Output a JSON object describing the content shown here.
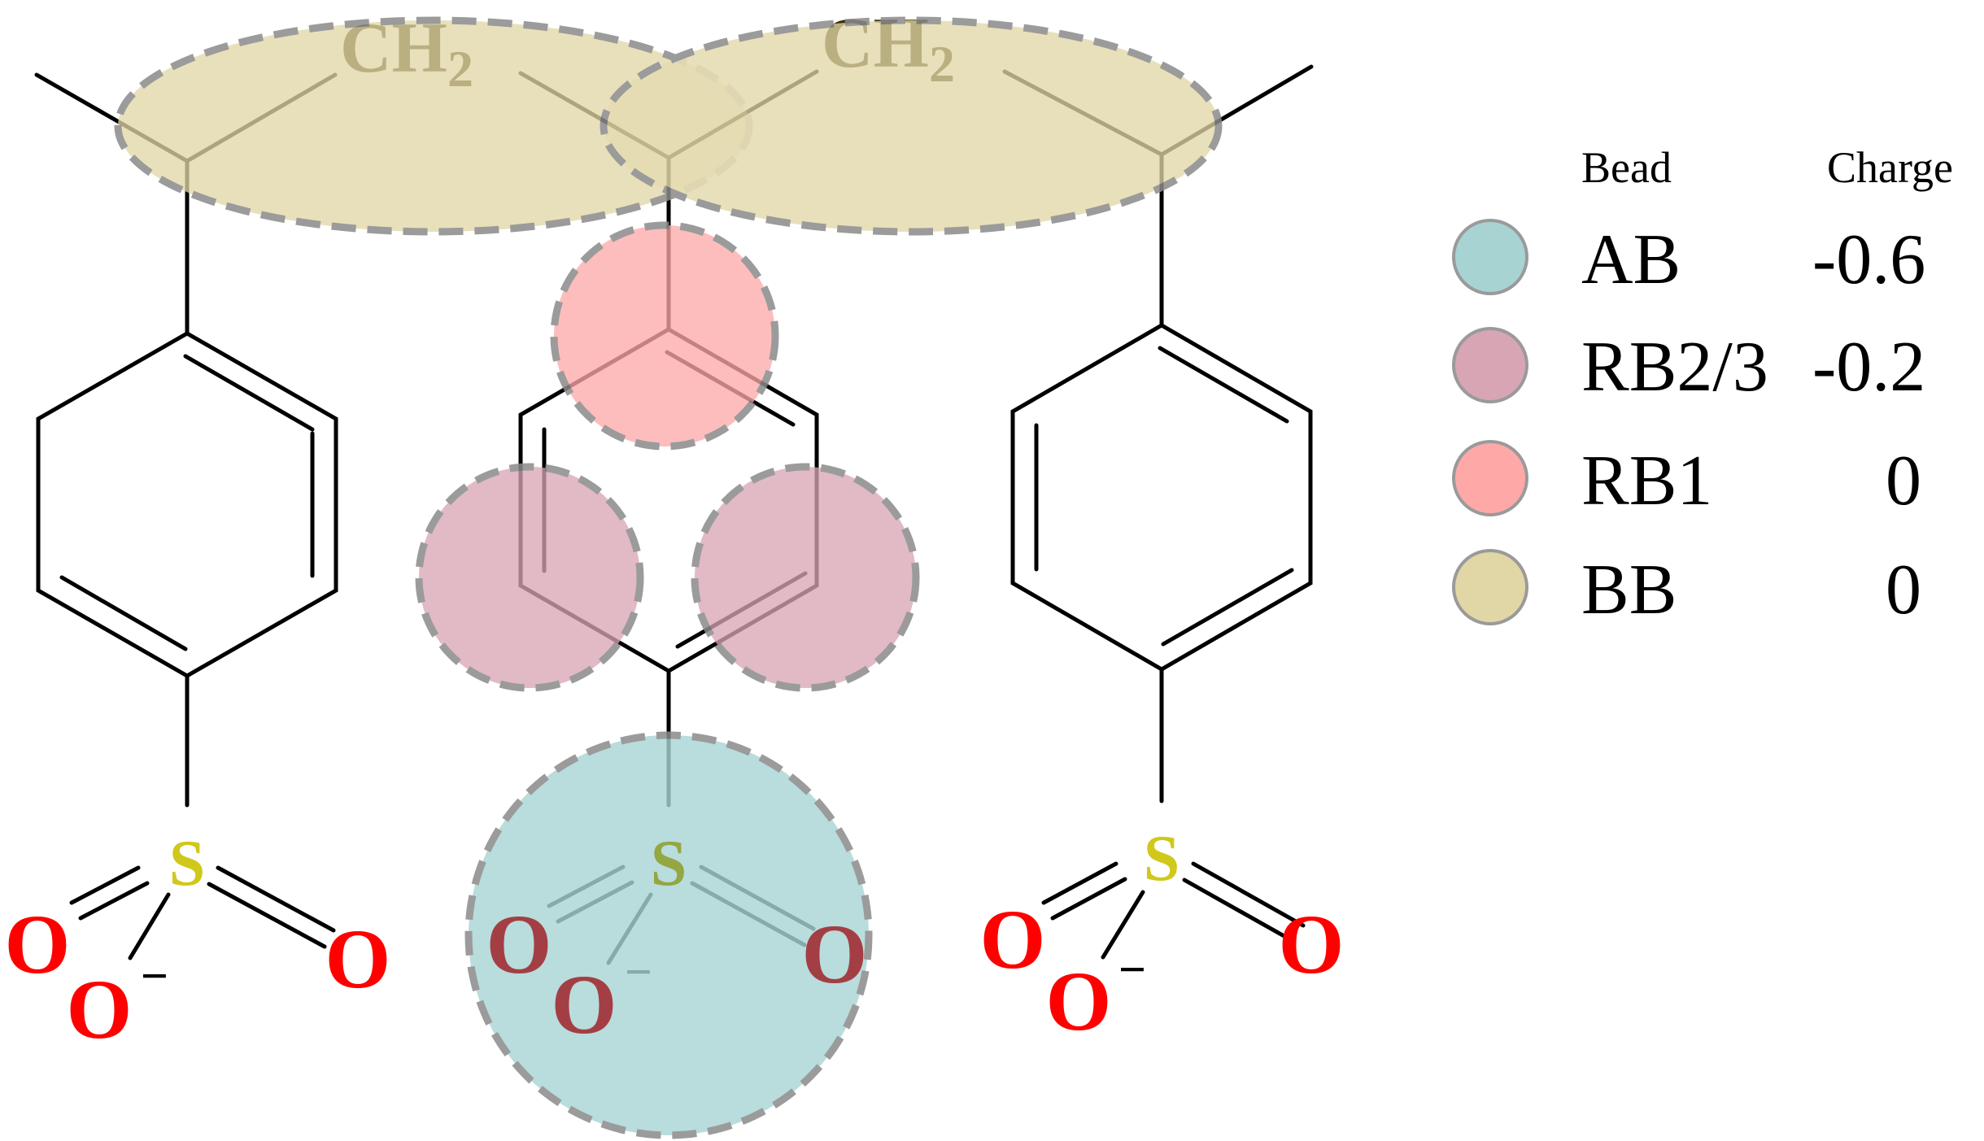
{
  "labels": {
    "ch2": "CH",
    "sub2": "2",
    "sulfur": "S",
    "oxygen": "O",
    "minus": "−"
  },
  "legend": {
    "header_bead": "Bead",
    "header_charge": "Charge",
    "rows": [
      {
        "bead": "AB",
        "charge": "-0.6",
        "color": "#a8d3d3"
      },
      {
        "bead": "RB2/3",
        "charge": "-0.2",
        "color": "#d8a5b4"
      },
      {
        "bead": "RB1",
        "charge": "0",
        "color": "#fea8a8"
      },
      {
        "bead": "BB",
        "charge": "0",
        "color": "#e1d6a5"
      }
    ]
  },
  "colors": {
    "bond": "#000000",
    "sulfur": "#d0c81a",
    "oxygen": "#ff0000",
    "ch2": "#3a2e0a",
    "bead_outline": "#8a8a8a"
  }
}
